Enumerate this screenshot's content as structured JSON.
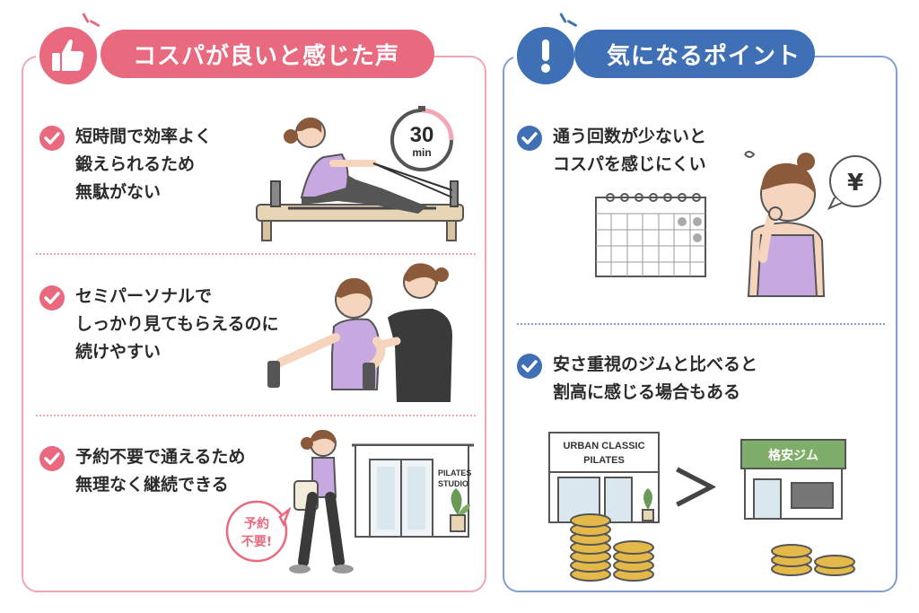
{
  "left": {
    "title": "コスパが良いと感じた声",
    "items": [
      {
        "lines": [
          "短時間で効率よく",
          "鍛えられるため",
          "無駄がない"
        ]
      },
      {
        "lines": [
          "セミパーソナルで",
          "しっかり見てもらえるのに",
          "続けやすい"
        ]
      },
      {
        "lines": [
          "予約不要で通えるため",
          "無理なく継続できる"
        ]
      }
    ],
    "timer": {
      "value": "30",
      "unit": "min",
      "progress": 0.25
    },
    "bubble": {
      "line1": "予約",
      "line2": "不要!"
    },
    "studio_sign": {
      "line1": "PILATES",
      "line2": "STUDIO"
    }
  },
  "right": {
    "title": "気になるポイント",
    "items": [
      {
        "lines": [
          "通う回数が少ないと",
          "コスパを感じにくい"
        ]
      },
      {
        "lines": [
          "安さ重視のジムと比べると",
          "割高に感じる場合もある"
        ]
      }
    ],
    "yen_symbol": "¥",
    "store_left": {
      "line1": "URBAN CLASSIC",
      "line2": "PILATES"
    },
    "comparison_symbol": "＞",
    "store_right": {
      "name": "格安ジム"
    }
  },
  "colors": {
    "pink": "#e9697e",
    "blue": "#3f6fb5",
    "pink_border": "#f0a7b4",
    "blue_border": "#7f9fd0"
  }
}
